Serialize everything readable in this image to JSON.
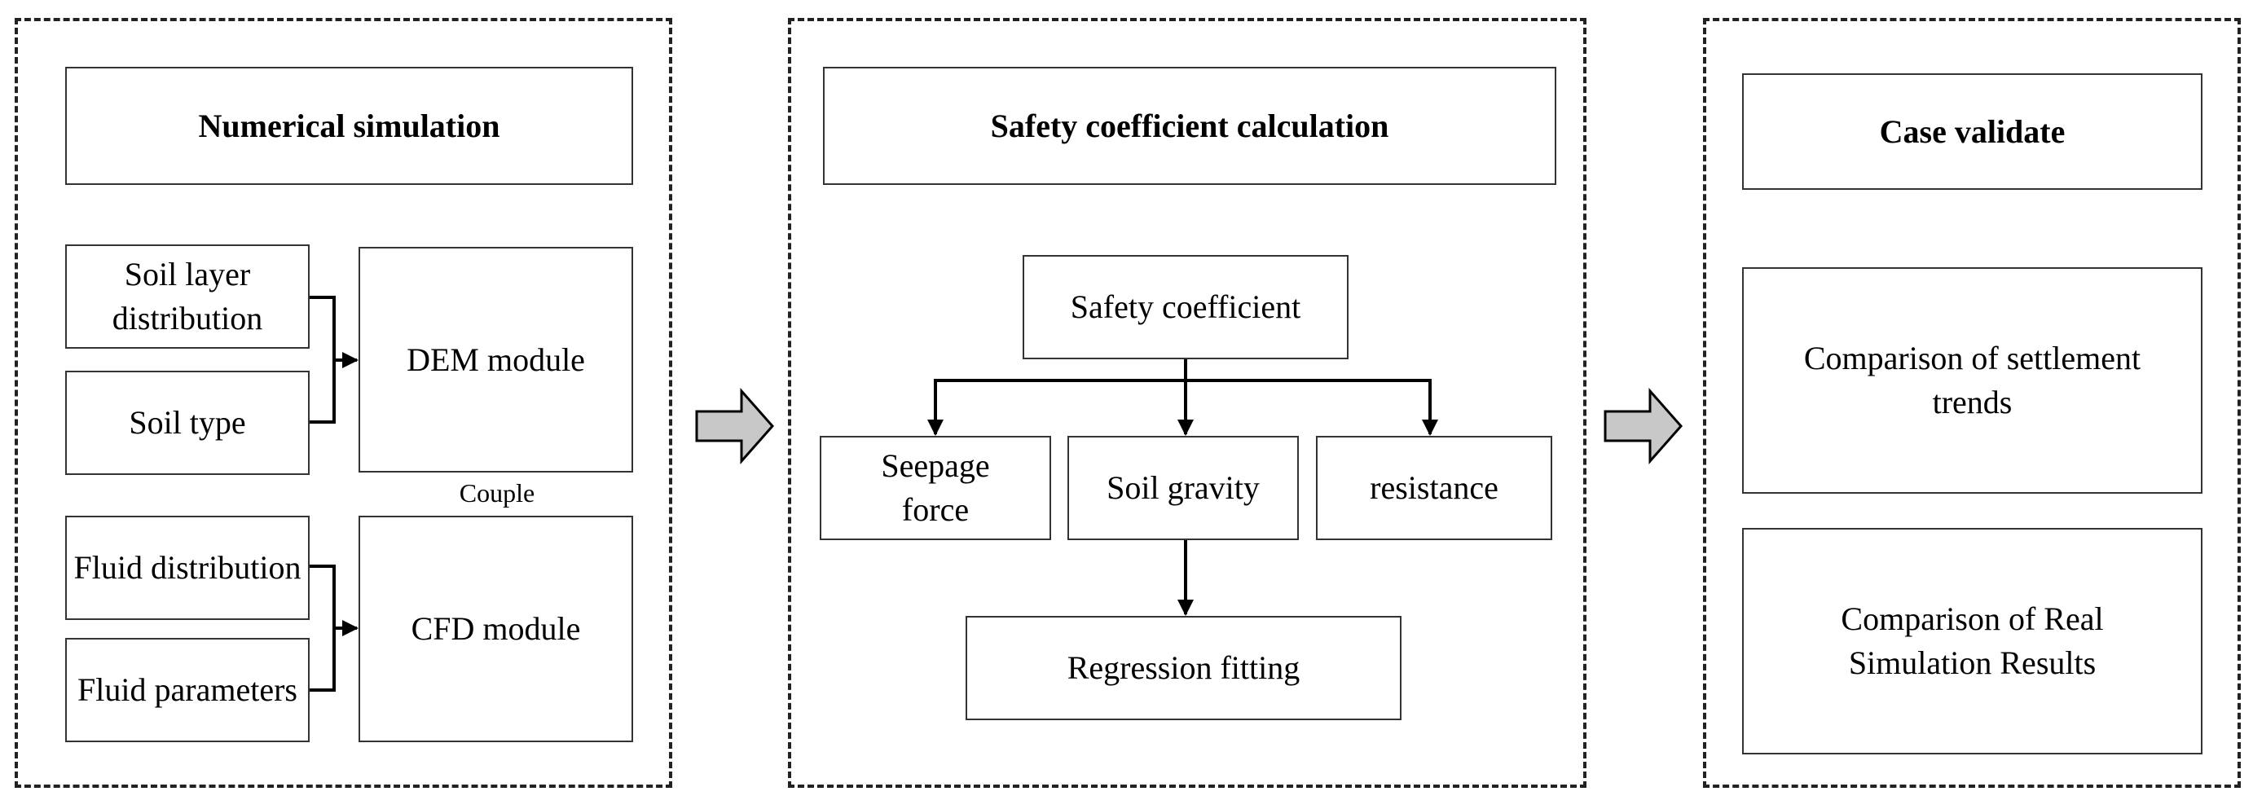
{
  "panels": {
    "simulation": {
      "title": "Numerical simulation",
      "inputs": [
        "Soil layer distribution",
        "Soil type",
        "Fluid distribution",
        "Fluid parameters"
      ],
      "dem_module": "DEM module",
      "cfd_module": "CFD module",
      "couple_label": "Couple"
    },
    "safety": {
      "title": "Safety coefficient calculation",
      "root": "Safety coefficient",
      "factors": [
        "Seepage force",
        "Soil gravity",
        "resistance"
      ],
      "regression": "Regression fitting"
    },
    "validation": {
      "title": "Case validate",
      "items": [
        "Comparison of settlement trends",
        "Comparison of Real Simulation Results"
      ]
    }
  },
  "colors": {
    "arrow_fill": "#c8c8c8",
    "line": "#000000",
    "dash": "#222222"
  }
}
